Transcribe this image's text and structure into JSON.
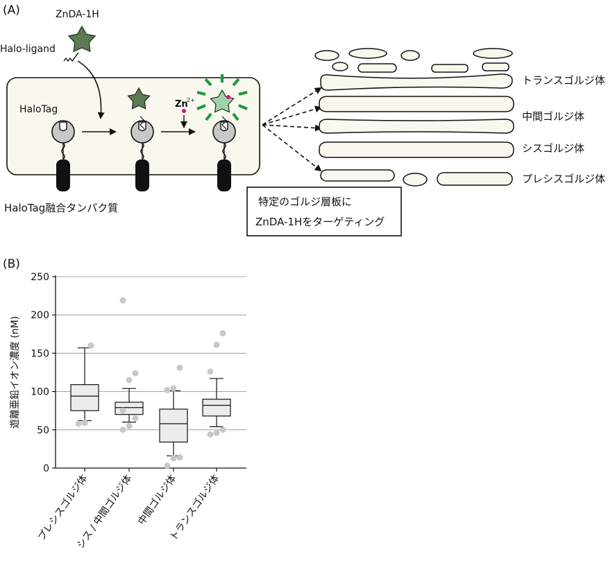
{
  "panel_a": {
    "label": "(A)",
    "znda_label": "ZnDA-1H",
    "halo_ligand_label": "Halo-ligand",
    "halotag_label": "HaloTag",
    "zn_label": "Zn",
    "zn_superscript": "2+",
    "fusion_label": "HaloTag融合タンパク質",
    "golgi_labels": [
      "トランスゴルジ体",
      "中間ゴルジ体",
      "シスゴルジ体",
      "プレシスゴルジ体"
    ],
    "targeting_box": [
      "特定のゴルジ層板に",
      "ZnDA-1Hをターゲティング"
    ],
    "colors": {
      "star": "#5d7a55",
      "star_bright": "#9fd3b0",
      "glow": "#1a9a3a",
      "zn_dot": "#d0147a",
      "cell_fill": "#f8f8ee",
      "halotag_fill": "#c8c8c8"
    }
  },
  "panel_b": {
    "label": "(B)",
    "chart_data": {
      "type": "box",
      "ylabel": "遊離亜鉛イオン濃度 (nM)",
      "ylim": [
        0,
        250
      ],
      "yticks": [
        0,
        50,
        100,
        150,
        200,
        250
      ],
      "grid": true,
      "categories": [
        "プレシスゴルジ体",
        "シス / 中間ゴルジ体",
        "中間ゴルジ体",
        "トランスゴルジ体"
      ],
      "boxes": [
        {
          "whisker_low": 62,
          "q1": 75,
          "median": 94,
          "q3": 109,
          "whisker_high": 157,
          "outliers": [
            58,
            59,
            160
          ]
        },
        {
          "whisker_low": 60,
          "q1": 70,
          "median": 79,
          "q3": 86,
          "whisker_high": 104,
          "outliers": [
            50,
            55,
            65,
            75,
            115,
            124,
            219
          ]
        },
        {
          "whisker_low": 16,
          "q1": 34,
          "median": 58,
          "q3": 77,
          "whisker_high": 101,
          "outliers": [
            3,
            13,
            14,
            102,
            104,
            131
          ]
        },
        {
          "whisker_low": 54,
          "q1": 68,
          "median": 82,
          "q3": 90,
          "whisker_high": 117,
          "outliers": [
            44,
            46,
            50,
            126,
            161,
            176
          ]
        }
      ],
      "colors": {
        "box_fill": "#ececec",
        "outlier": "#c8c8c8",
        "grid": "#a8a8a8"
      }
    }
  }
}
